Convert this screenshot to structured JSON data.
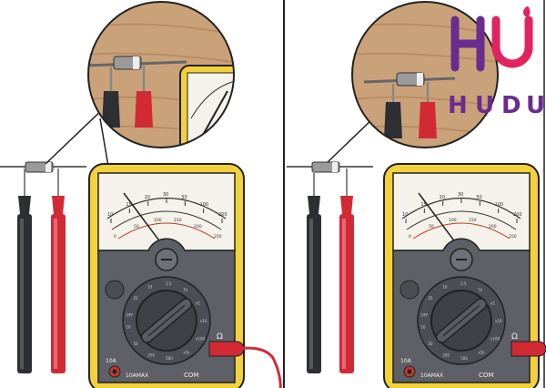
{
  "logo": {
    "text": "HUDU",
    "letters": [
      "H",
      "U",
      "D",
      "U"
    ],
    "primary_color": "#6b2c8f",
    "accent_color": "#e0245e"
  },
  "multimeter": {
    "port_10a": "10A",
    "port_10amax": "10AMAX",
    "port_com": "COM",
    "omega": "Ω",
    "scale_left_numbers": [
      "10",
      "15",
      "20",
      "30",
      "50",
      "100",
      "200"
    ],
    "scale_mid_numbers": [
      "0",
      "50",
      "100",
      "150",
      "200",
      "250"
    ],
    "dial_labels": [
      "OFF",
      "25",
      "10",
      "2.5",
      "1k",
      "x1",
      "x10",
      "x100",
      "x1k",
      "500",
      "250",
      "50",
      "10"
    ]
  },
  "colors": {
    "meter_yellow": "#f2d13a",
    "meter_body": "#5d6066",
    "dial_dark": "#3f4146",
    "probe_black": "#2e2f33",
    "probe_red": "#d12a35",
    "wood": "#caa27a",
    "scale_face": "#f4f2ea"
  }
}
